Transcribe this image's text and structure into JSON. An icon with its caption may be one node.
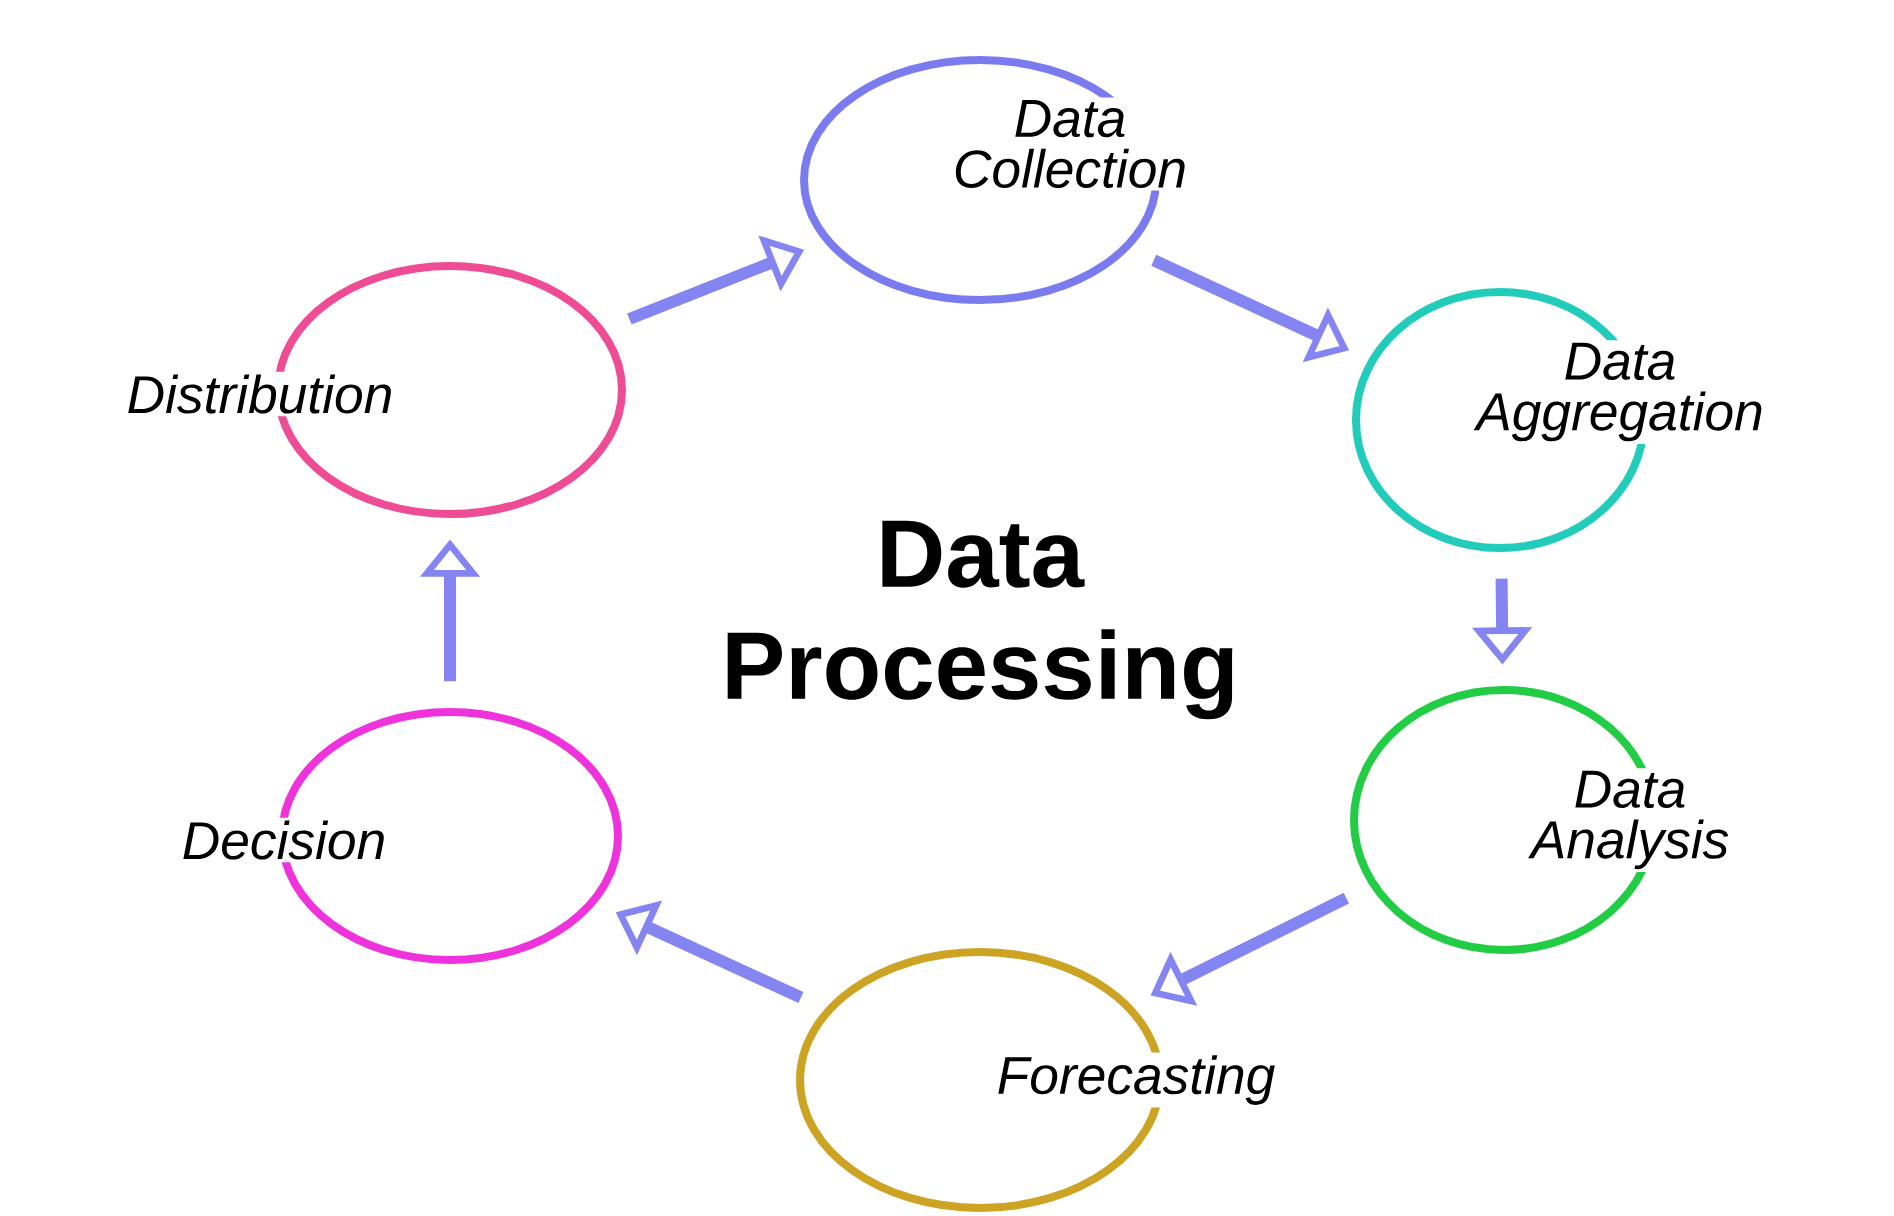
{
  "diagram": {
    "title": "Data Processing",
    "nodes": [
      {
        "text": [
          "Data Collection"
        ]
      },
      {
        "text": [
          "Distribution"
        ]
      },
      {
        "text": [
          "Data Aggregation"
        ]
      },
      {
        "text": [
          "Decision"
        ]
      },
      {
        "text": [
          "Data Analysis"
        ]
      },
      {
        "text": [
          "Forecasting"
        ]
      }
    ],
    "edges": [
      {
        "from": 1,
        "to": 0,
        "arrow": "to"
      },
      {
        "from": 0,
        "to": 2,
        "arrow": "to"
      },
      {
        "from": 2,
        "to": 4,
        "arrow": "to"
      },
      {
        "from": 4,
        "to": 5,
        "arrow": "to"
      },
      {
        "from": 5,
        "to": 3,
        "arrow": "to"
      },
      {
        "from": 3,
        "to": 1,
        "arrow": "to"
      }
    ]
  }
}
